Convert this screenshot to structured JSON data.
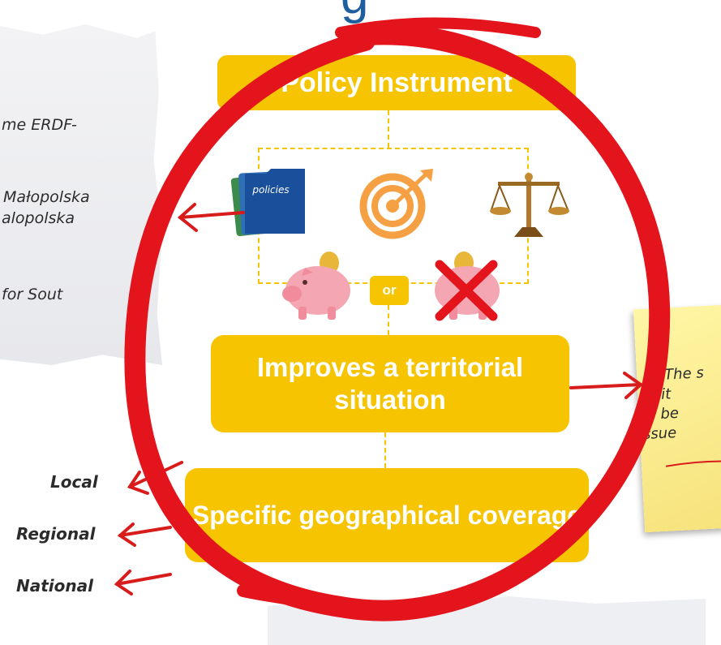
{
  "title_fragment": "g",
  "policy_instrument": "Policy Instrument",
  "improves_situation": "Improves a territorial situation",
  "geo_coverage": "Specific geographical coverage",
  "or_label": "or",
  "folder_label": "policies",
  "left_note": {
    "lines": [
      "me ERDF-",
      "Małopolska",
      "alopolska",
      "for Sout"
    ]
  },
  "sticky_note": {
    "lines": [
      "The s",
      "rrit",
      "o be",
      "ssue"
    ]
  },
  "levels": [
    "Local",
    "Regional",
    "National"
  ],
  "colors": {
    "box": "#f6c400",
    "ring": "#e3141b",
    "arrow": "#d81b1b"
  }
}
